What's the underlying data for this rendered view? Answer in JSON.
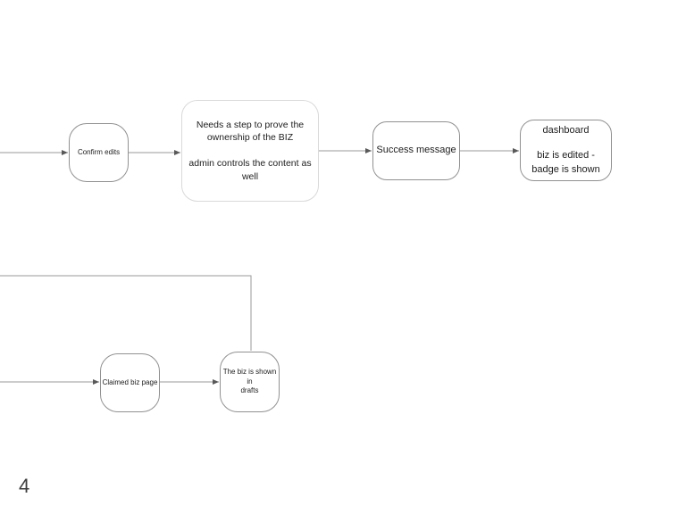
{
  "page": {
    "number": "4"
  },
  "colors": {
    "background": "#ffffff",
    "node_border": "#919191",
    "note_border": "#d9d9d9",
    "connector": "#9a9a9a",
    "arrowhead": "#595959",
    "text": "#212121",
    "page_number": "#3d3d3d"
  },
  "diagram": {
    "nodes": {
      "confirm_edits": {
        "label": "Confirm edits"
      },
      "ownership_note": {
        "para1": "Needs a step to prove the ownership of the BIZ",
        "para2": "admin controls the content as well"
      },
      "success_message": {
        "label": "Success message"
      },
      "dashboard": {
        "para1": "dashboard",
        "para2": "biz is edited - badge is shown"
      },
      "claimed_biz_page": {
        "label": "Claimed biz page"
      },
      "biz_in_drafts": {
        "label": "The biz is shown in drafts",
        "lines": [
          "The biz is shown in",
          "drafts"
        ]
      }
    }
  }
}
